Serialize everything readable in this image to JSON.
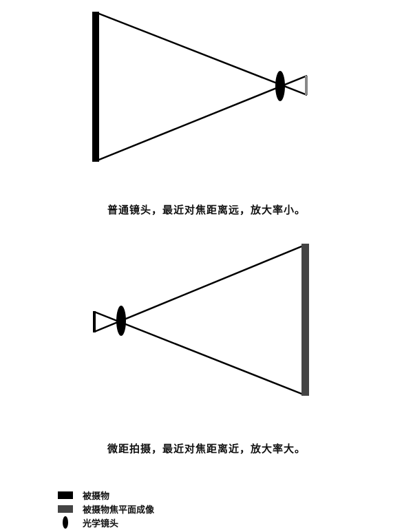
{
  "colors": {
    "subject": "#000000",
    "image": "#444444",
    "line": "#000000",
    "lens": "#000000",
    "small_image": "#888888"
  },
  "diagrams": [
    {
      "id": "normal-lens",
      "caption": "普通镜头，最近对焦距离远，放大率小。"
    },
    {
      "id": "macro",
      "caption": "微距拍摄，最近对焦距离近，放大率大。"
    }
  ],
  "legend": [
    {
      "icon": "subject-swatch",
      "label": "被摄物"
    },
    {
      "icon": "image-swatch",
      "label": "被摄物焦平面成像"
    },
    {
      "icon": "lens-icon",
      "label": "光学镜头"
    }
  ]
}
